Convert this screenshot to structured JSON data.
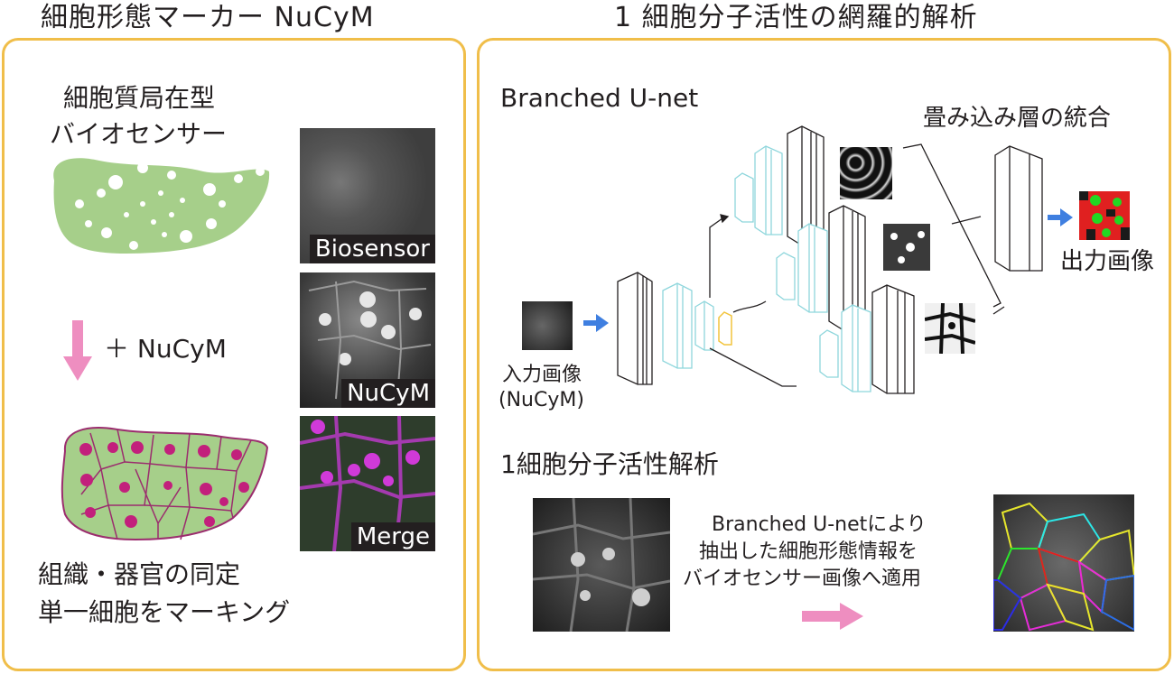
{
  "left_panel": {
    "title": "細胞形態マーカー NuCyM",
    "biosensor_title_line1": "細胞質局在型",
    "biosensor_title_line2": "バイオセンサー",
    "plus_label": "＋ NuCyM",
    "bottom_line1": "組織・器官の同定",
    "bottom_line2": "単一細胞をマーキング",
    "micrographs": [
      {
        "label": "Biosensor"
      },
      {
        "label": "NuCyM"
      },
      {
        "label": "Merge"
      }
    ],
    "colors": {
      "cell_green": "#a6cf8a",
      "nucleus_magenta": "#c2207c",
      "arrow_pink": "#ee8ec0"
    }
  },
  "right_panel": {
    "title": "1 細胞分子活性の網羅的解析",
    "network_title": "Branched U-net",
    "integration_label": "畳み込み層の統合",
    "output_label": "出力画像",
    "input_label_line1": "入力画像",
    "input_label_line2": "(NuCyM)",
    "analysis_title": "1細胞分子活性解析",
    "apply_line1": "Branched U-netにより",
    "apply_line2": "抽出した細胞形態情報を",
    "apply_line3": "バイオセンサー画像へ適用",
    "colors": {
      "arrow_blue": "#3f7fe0",
      "layer_cyan": "#8ed6dc",
      "layer_yellow": "#f2c43c",
      "panel_border": "#f0be4a"
    }
  }
}
